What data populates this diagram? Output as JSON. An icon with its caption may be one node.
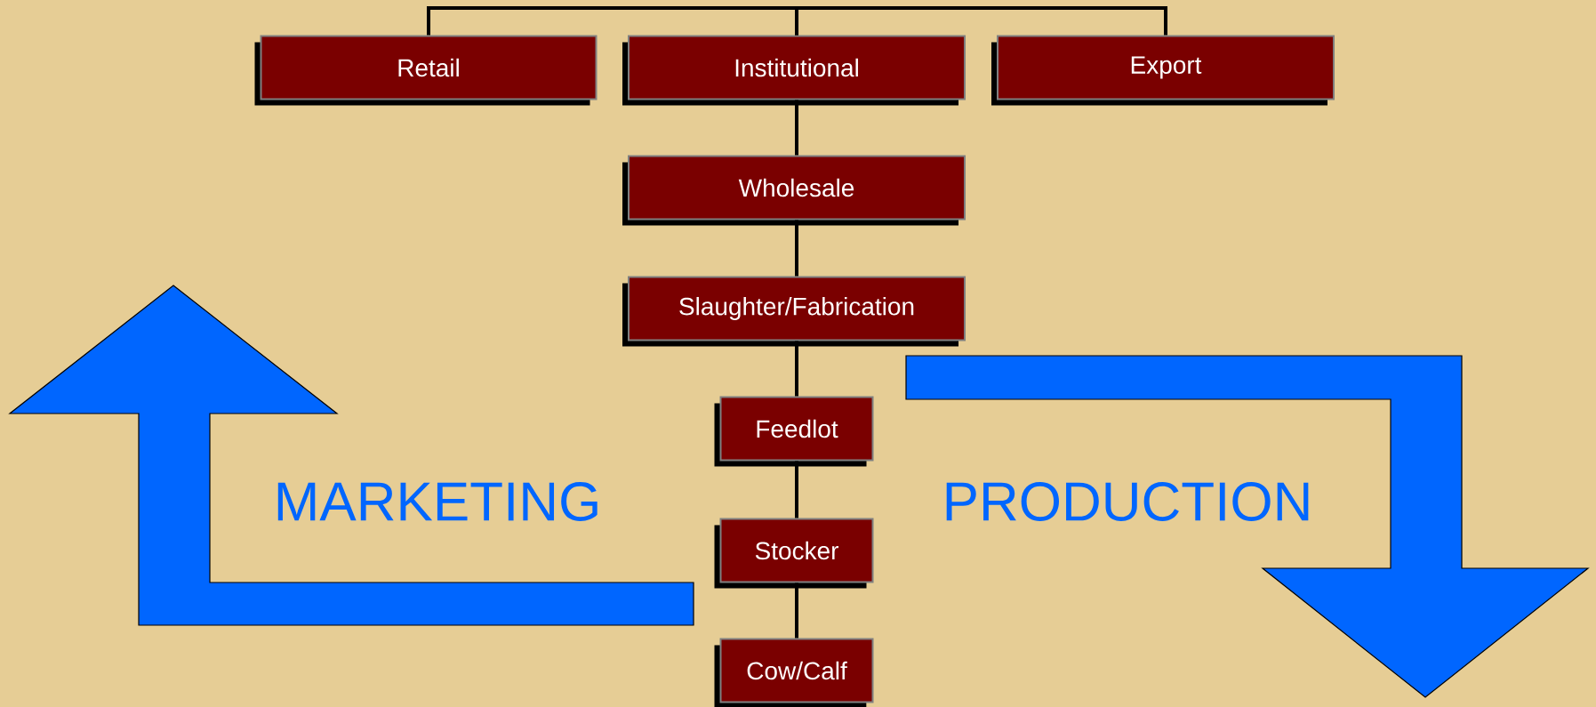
{
  "diagram": {
    "nodes": [
      {
        "text": [
          "Retail"
        ]
      },
      {
        "text": [
          "Institutional"
        ]
      },
      {
        "text": [
          "Export"
        ]
      },
      {
        "text": [
          "Wholesale"
        ]
      },
      {
        "text": [
          "Slaughter/Fabrication"
        ]
      },
      {
        "text": [
          "Feedlot"
        ]
      },
      {
        "text": [
          "Stocker"
        ]
      },
      {
        "text": [
          "Cow/Calf"
        ]
      }
    ],
    "edges": [
      {
        "from": 1,
        "to": 0,
        "arrow": "none"
      },
      {
        "from": 1,
        "to": 2,
        "arrow": "none"
      },
      {
        "from": 1,
        "to": 3,
        "arrow": "none"
      },
      {
        "from": 3,
        "to": 4,
        "arrow": "none"
      },
      {
        "from": 4,
        "to": 5,
        "arrow": "none"
      },
      {
        "from": 5,
        "to": 6,
        "arrow": "none"
      },
      {
        "from": 6,
        "to": 7,
        "arrow": "none"
      }
    ],
    "labels": [
      "MARKETING",
      "PRODUCTION"
    ]
  }
}
